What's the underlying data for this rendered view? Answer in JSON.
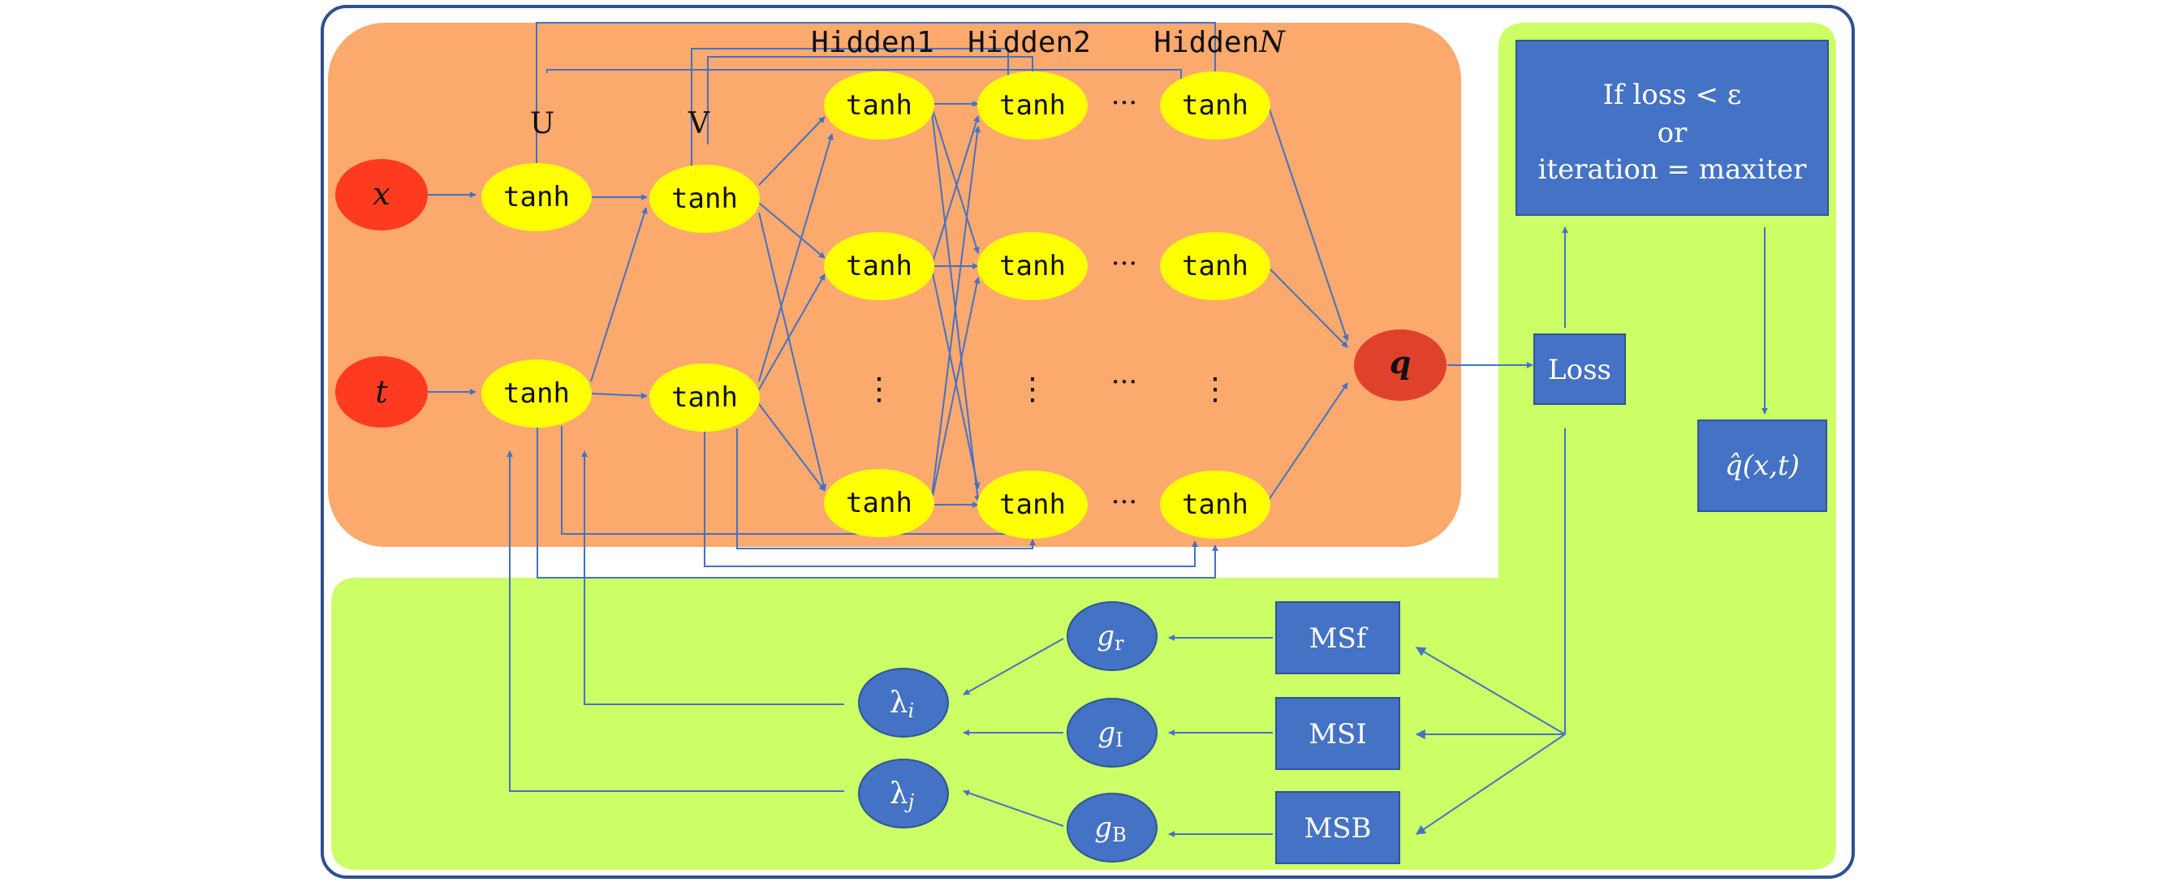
{
  "colors": {
    "outer_border": "#2f4f8f",
    "network_bg": "#fba96d",
    "green_bg": "#ccff66",
    "tanh_fill": "#ffff00",
    "input_fill": "#ff3b1f",
    "output_fill": "#e0412a",
    "box_fill": "#4472c4",
    "arrow": "#4472c4",
    "text_dark": "#111111",
    "text_light": "#ffffff"
  },
  "network": {
    "inputs": {
      "x": "x",
      "t": "t"
    },
    "output": "q",
    "tanh_label": "tanh",
    "u_label": "U",
    "v_label": "V",
    "hidden_labels": {
      "h1": "Hidden1",
      "h2": "Hidden2",
      "hn_prefix": "Hidden",
      "hn_suffix": "N"
    },
    "hdots": "···",
    "vdots": "⋮"
  },
  "control": {
    "stop_line1": "If loss < ε",
    "stop_line2": "or",
    "stop_line3": "iteration = maxiter",
    "loss": "Loss",
    "result": "q̂(x,t)"
  },
  "losses": {
    "msf": "MSf",
    "msi": "MSI",
    "msb": "MSB",
    "g_r": "g",
    "g_r_sub": "r",
    "g_i": "g",
    "g_i_sub": "I",
    "g_b": "g",
    "g_b_sub": "B",
    "lambda_i": "λ",
    "lambda_i_sub": "i",
    "lambda_j": "λ",
    "lambda_j_sub": "j"
  }
}
